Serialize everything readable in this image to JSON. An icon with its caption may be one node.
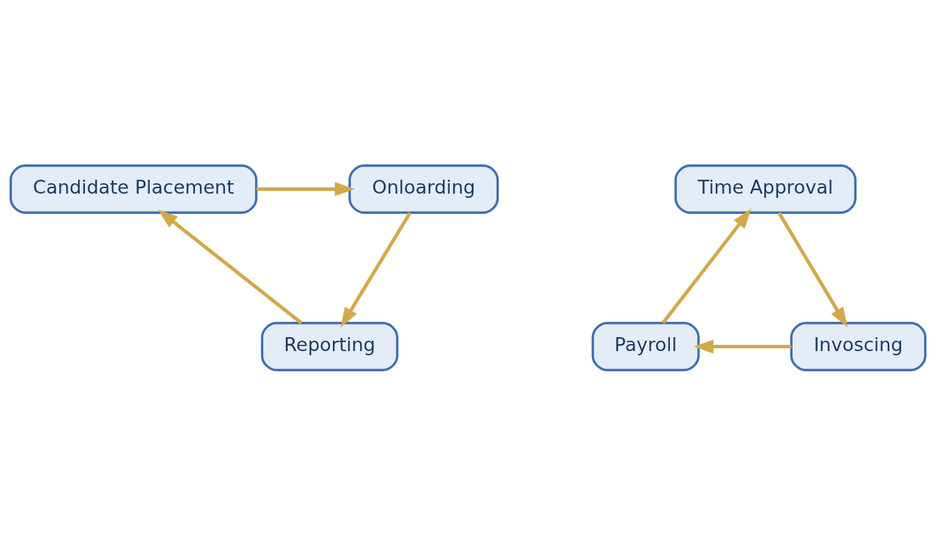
{
  "diagram": {
    "nodes": [
      {
        "text": [
          "Candidate Placement"
        ]
      },
      {
        "text": [
          "Onloarding"
        ]
      },
      {
        "text": [
          "Reporting"
        ]
      },
      {
        "text": [
          "Time Approval"
        ]
      },
      {
        "text": [
          "Payroll"
        ]
      },
      {
        "text": [
          "Invoscing"
        ]
      }
    ],
    "edges": [
      {
        "from": 0,
        "to": 1,
        "arrow": "to"
      },
      {
        "from": 1,
        "to": 2,
        "arrow": "to"
      },
      {
        "from": 2,
        "to": 0,
        "arrow": "to"
      },
      {
        "from": 4,
        "to": 3,
        "arrow": "to"
      },
      {
        "from": 3,
        "to": 5,
        "arrow": "to"
      },
      {
        "from": 5,
        "to": 4,
        "arrow": "to"
      }
    ]
  }
}
